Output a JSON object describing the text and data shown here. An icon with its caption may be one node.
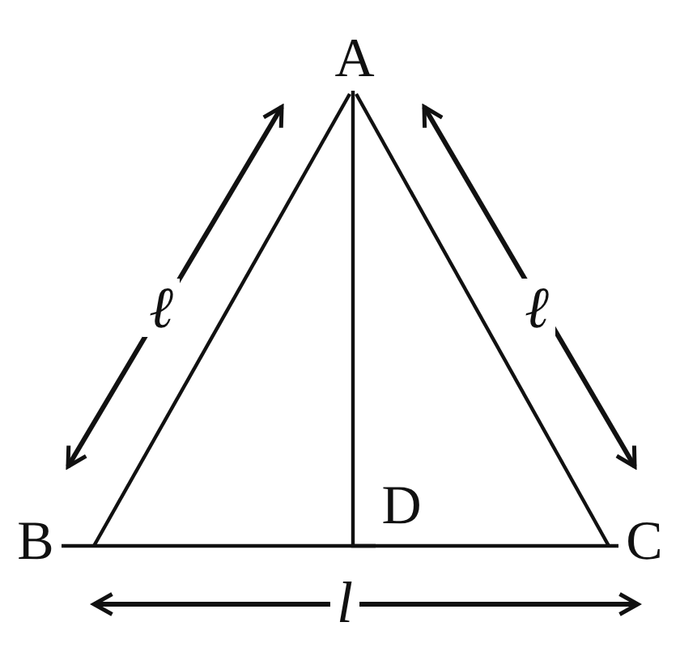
{
  "diagram": {
    "nodes": [
      {
        "text": [
          "A"
        ]
      },
      {
        "text": [
          "B"
        ]
      },
      {
        "text": [
          "C"
        ]
      },
      {
        "text": [
          "D"
        ]
      }
    ],
    "edges": [
      {
        "from": 0,
        "to": 1,
        "arrow": "none"
      },
      {
        "from": 0,
        "to": 2,
        "arrow": "none"
      },
      {
        "from": 1,
        "to": 2,
        "arrow": "none"
      },
      {
        "from": 0,
        "to": 3,
        "arrow": "none"
      }
    ],
    "labels": [
      "ℓ",
      "ℓ",
      "l"
    ]
  }
}
